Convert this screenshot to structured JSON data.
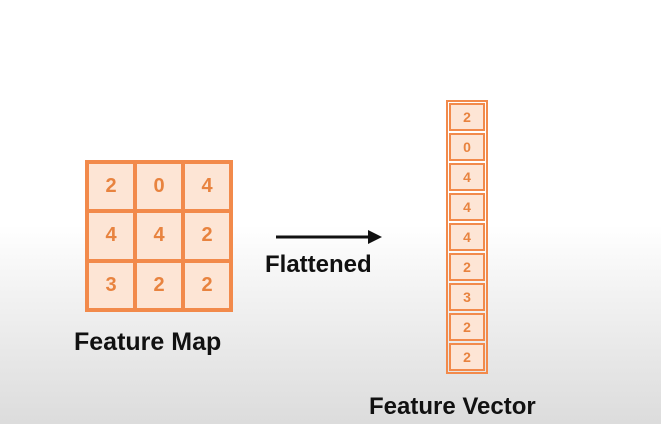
{
  "feature_map": {
    "label": "Feature Map",
    "cells": [
      "2",
      "0",
      "4",
      "4",
      "4",
      "2",
      "3",
      "2",
      "2"
    ]
  },
  "arrow": {
    "label": "Flattened"
  },
  "feature_vector": {
    "label": "Feature Vector",
    "cells": [
      "2",
      "0",
      "4",
      "4",
      "4",
      "2",
      "3",
      "2",
      "2"
    ]
  },
  "colors": {
    "grid_border": "#f28a4b",
    "cell_fill": "#fde5d5",
    "cell_text": "#e8833f",
    "label_text": "#111111"
  }
}
